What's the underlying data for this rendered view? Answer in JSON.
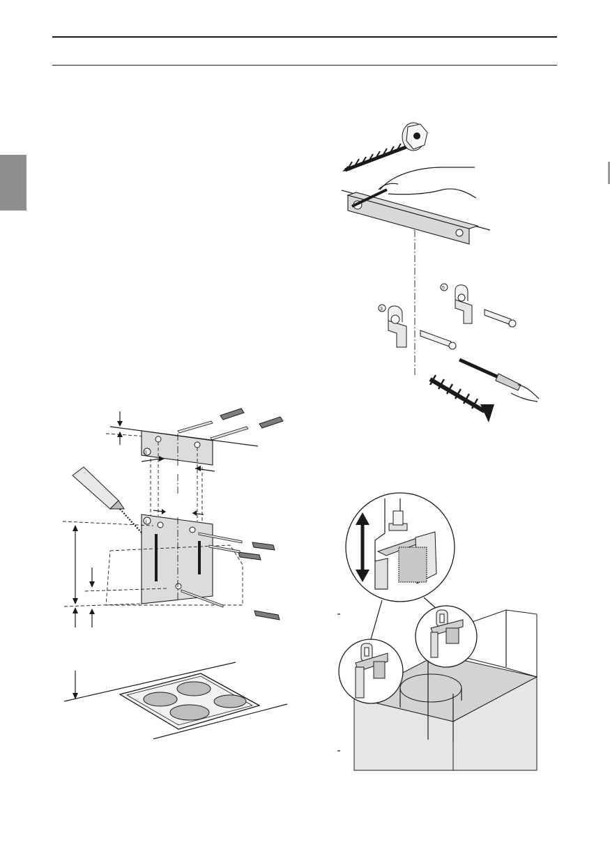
{
  "page": {
    "thumb_tab_color": "#8f8f8f",
    "line_color": "#1a1a1a"
  },
  "figure_wall_mount": {
    "upper_plate_mark": "II",
    "lower_plate_mark": "I",
    "icons": [
      "pencil-icon",
      "wall-plug-icon",
      "hob-icon"
    ]
  },
  "figure_screw_bracket": {
    "bracket_mark_left": "3",
    "bracket_mark_right": "5",
    "icons": [
      "screw-icon",
      "hand-icon",
      "screwdriver-icon",
      "bracket-icon"
    ]
  },
  "figure_height_adjust": {
    "icons": [
      "double-arrow-icon",
      "clip-icon",
      "housing-icon"
    ]
  }
}
